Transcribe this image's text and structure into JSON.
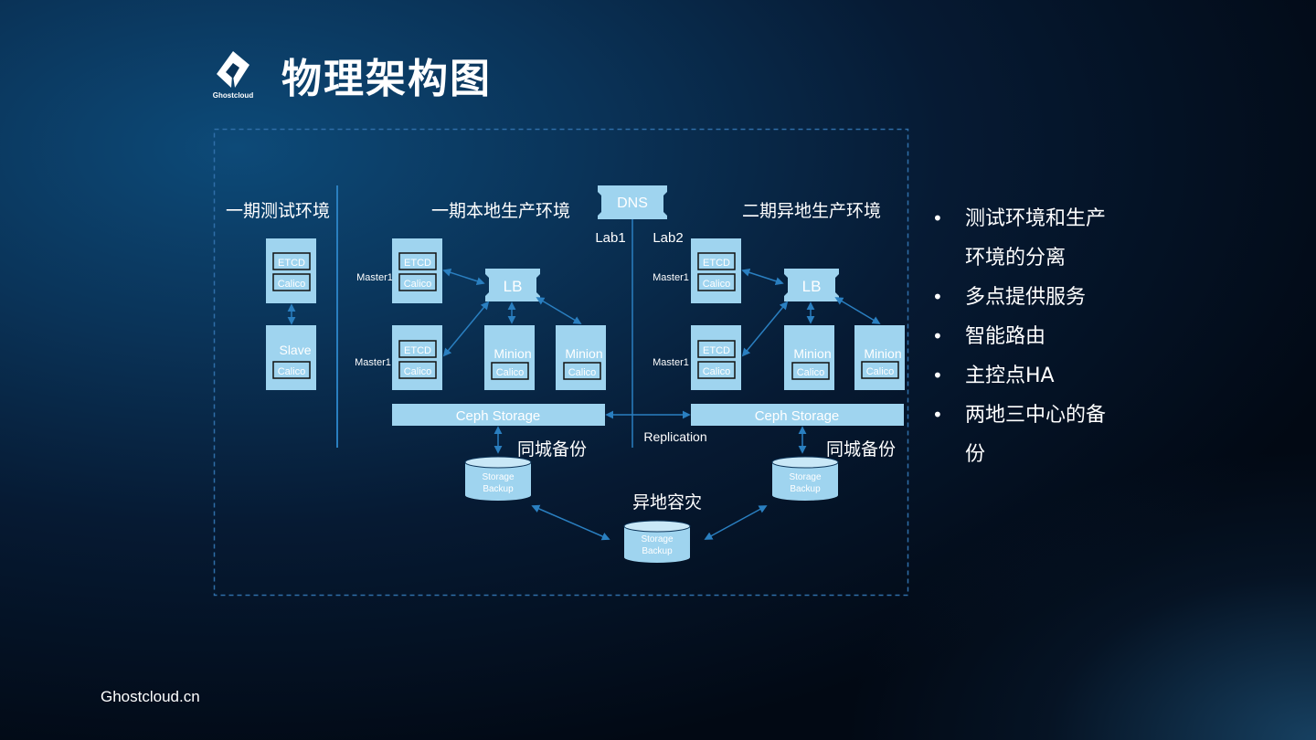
{
  "title": "物理架构图",
  "logo": {
    "text": "Ghostcloud",
    "icon": "ghostcloud-logo-icon"
  },
  "footer": "Ghostcloud.cn",
  "bullets": [
    "测试环境和生产环境的分离",
    "多点提供服务",
    "智能路由",
    "主控点HA",
    "两地三中心的备份"
  ],
  "diagram": {
    "sections": {
      "test": "一期测试环境",
      "local": "一期本地生产环境",
      "remote": "二期异地生产环境"
    },
    "dns": "DNS",
    "lab1": "Lab1",
    "lab2": "Lab2",
    "lb": "LB",
    "etcd": "ETCD",
    "calico": "Calico",
    "slave": "Slave",
    "minion": "Minion",
    "master": "Master1",
    "ceph": "Ceph Storage",
    "replication": "Replication",
    "same_city_backup": "同城备份",
    "disaster_recovery": "异地容灾",
    "storage_line1": "Storage",
    "storage_line2": "Backup"
  },
  "colors": {
    "node_fill": "#9fd4ef",
    "arrow": "#2a7fc0",
    "border": "#2f6ea8"
  }
}
